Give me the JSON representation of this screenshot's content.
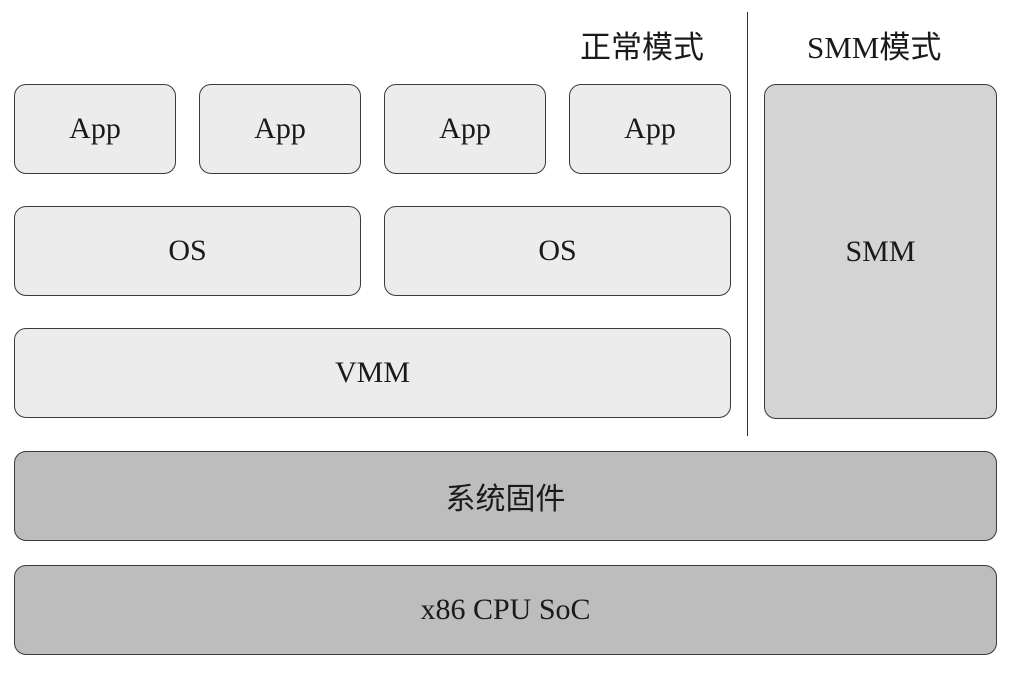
{
  "headers": {
    "normal_mode": "正常模式",
    "smm_mode": "SMM模式"
  },
  "apps": [
    "App",
    "App",
    "App",
    "App"
  ],
  "os_layers": [
    "OS",
    "OS"
  ],
  "vmm": "VMM",
  "smm": "SMM",
  "firmware": "系统固件",
  "soc": "x86 CPU SoC",
  "colors": {
    "software_fill": "#ececec",
    "smm_fill": "#d4d4d4",
    "platform_fill": "#bdbdbd",
    "border": "#3a3a3a"
  }
}
